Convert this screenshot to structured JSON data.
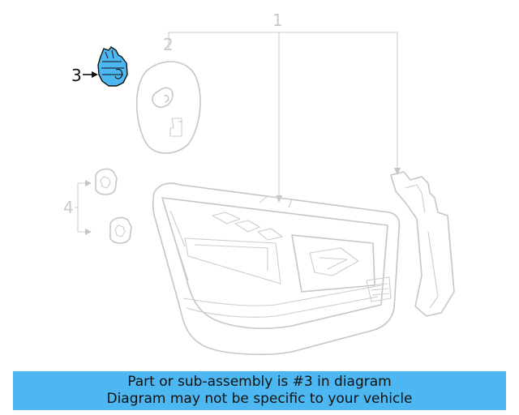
{
  "callouts": {
    "c1": "1",
    "c2": "2",
    "c3": "3",
    "c4": "4"
  },
  "highlight_color": "#4cb7f0",
  "banner": {
    "line1": "Part or sub-assembly is #3 in diagram",
    "line2": "Diagram may not be specific to your vehicle"
  }
}
